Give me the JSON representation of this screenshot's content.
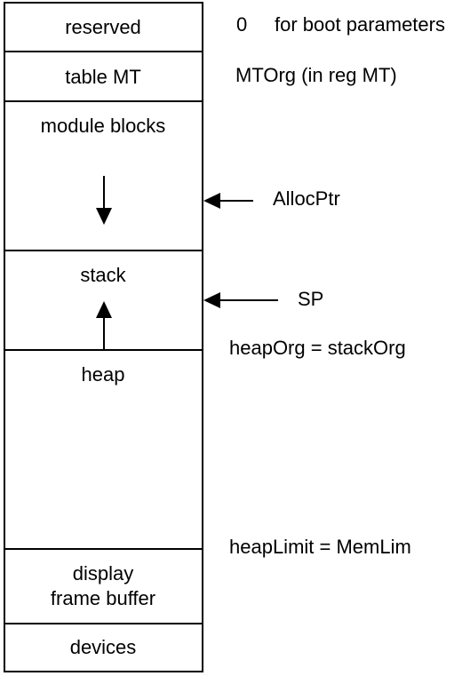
{
  "memory_map": {
    "blocks": {
      "reserved": "reserved",
      "table_mt": "table MT",
      "module_blocks": "module blocks",
      "stack": "stack",
      "heap": "heap",
      "display_line1": "display",
      "display_line2": "frame buffer",
      "devices": "devices"
    },
    "annotations": {
      "reserved_offset": "0",
      "reserved_note": "for boot parameters",
      "mt_org": "MTOrg (in reg MT)",
      "alloc_ptr": "AllocPtr",
      "sp": "SP",
      "heap_org": "heapOrg = stackOrg",
      "heap_limit": "heapLimit = MemLim"
    }
  }
}
